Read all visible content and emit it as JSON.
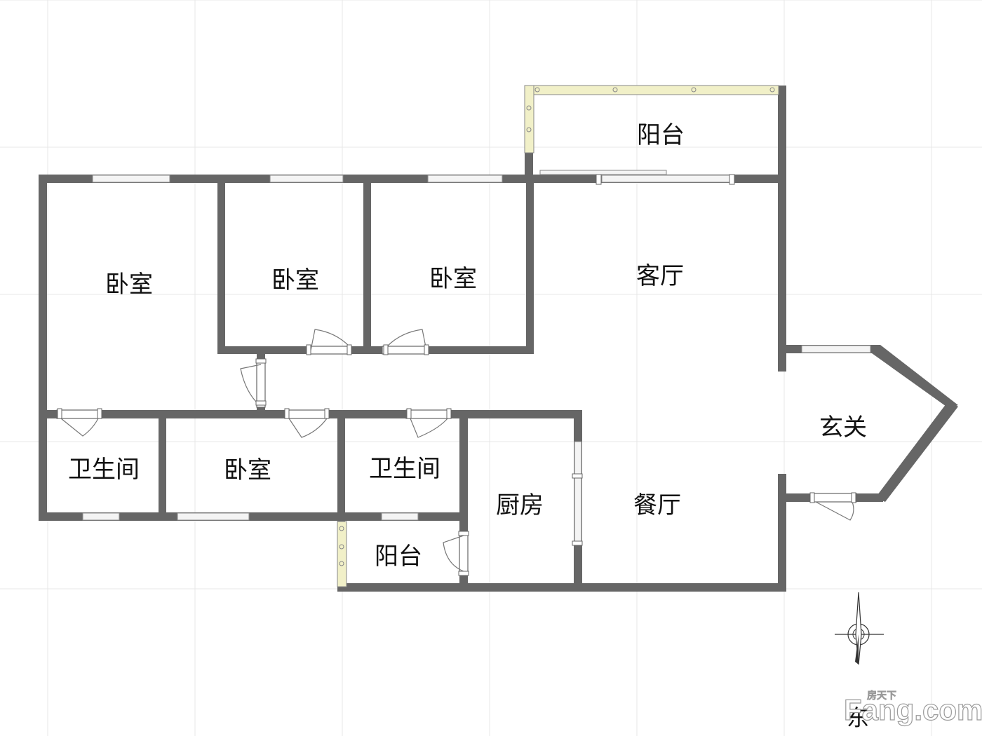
{
  "rooms": {
    "bedroom_1": "卧室",
    "bedroom_2": "卧室",
    "bedroom_3": "卧室",
    "bedroom_4": "卧室",
    "living_room": "客厅",
    "balcony_top": "阳台",
    "balcony_bottom": "阳台",
    "bathroom_1": "卫生间",
    "bathroom_2": "卫生间",
    "kitchen": "厨房",
    "dining_room": "餐厅",
    "entrance": "玄关"
  },
  "compass": {
    "label": "东"
  },
  "watermark": {
    "small": "房天下",
    "large": "Fang.com"
  },
  "colors": {
    "wall": "#666666",
    "balcony_rail": "#f1f0c8",
    "grid": "#e7e7e7",
    "window": "#f4f4f4"
  }
}
